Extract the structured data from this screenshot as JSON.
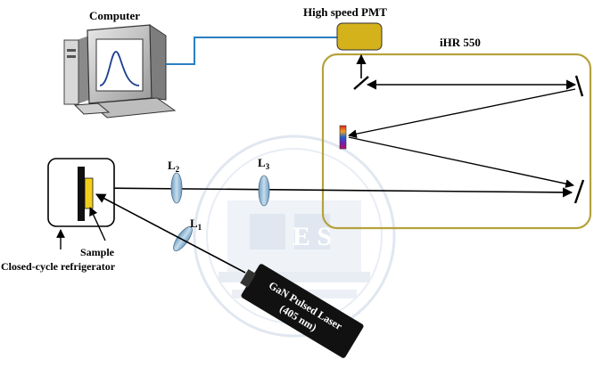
{
  "labels": {
    "computer": "Computer",
    "pmt": "High speed PMT",
    "spectrometer": "iHR 550",
    "lens2": "L",
    "lens2_sub": "2",
    "lens3": "L",
    "lens3_sub": "3",
    "lens1": "L",
    "lens1_sub": "1",
    "sample": "Sample",
    "refrigerator": "Closed-cycle refrigerator",
    "laser_line1": "GaN Pulsed Laser",
    "laser_line2": "(405 nm)",
    "watermark_text": "E S"
  },
  "colors": {
    "pmt": "#d4b21c",
    "spectrometer_border": "#b5a23c",
    "cable": "#2b7fc1",
    "lens": "#8fb7d4",
    "sample": "#f2cf1c",
    "laser_body": "#111111",
    "watermark": "#c9d4e4"
  }
}
